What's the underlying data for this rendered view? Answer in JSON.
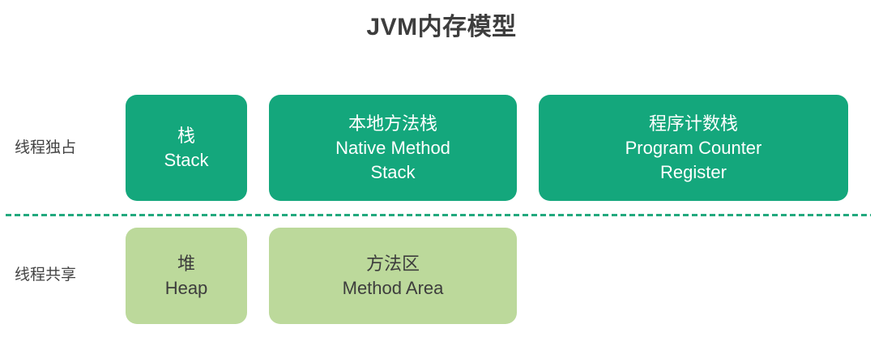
{
  "title": "JVM内存模型",
  "colors": {
    "title_text": "#3d3d3d",
    "label_text": "#434343",
    "exclusive_block": "#14a77c",
    "exclusive_block_text": "#ffffff",
    "shared_block": "#bcd99b",
    "shared_block_text": "#3d3d3d",
    "divider": "#22a97e",
    "background": "#ffffff"
  },
  "rows": [
    {
      "label": "线程独占",
      "blocks": [
        {
          "name": "stack",
          "text": "栈\nStack"
        },
        {
          "name": "native-method-stack",
          "text": "本地方法栈\nNative Method\nStack"
        },
        {
          "name": "program-counter-register",
          "text": "程序计数栈\nProgram Counter\nRegister"
        }
      ]
    },
    {
      "label": "线程共享",
      "blocks": [
        {
          "name": "heap",
          "text": "堆\nHeap"
        },
        {
          "name": "method-area",
          "text": "方法区\nMethod Area"
        }
      ]
    }
  ]
}
